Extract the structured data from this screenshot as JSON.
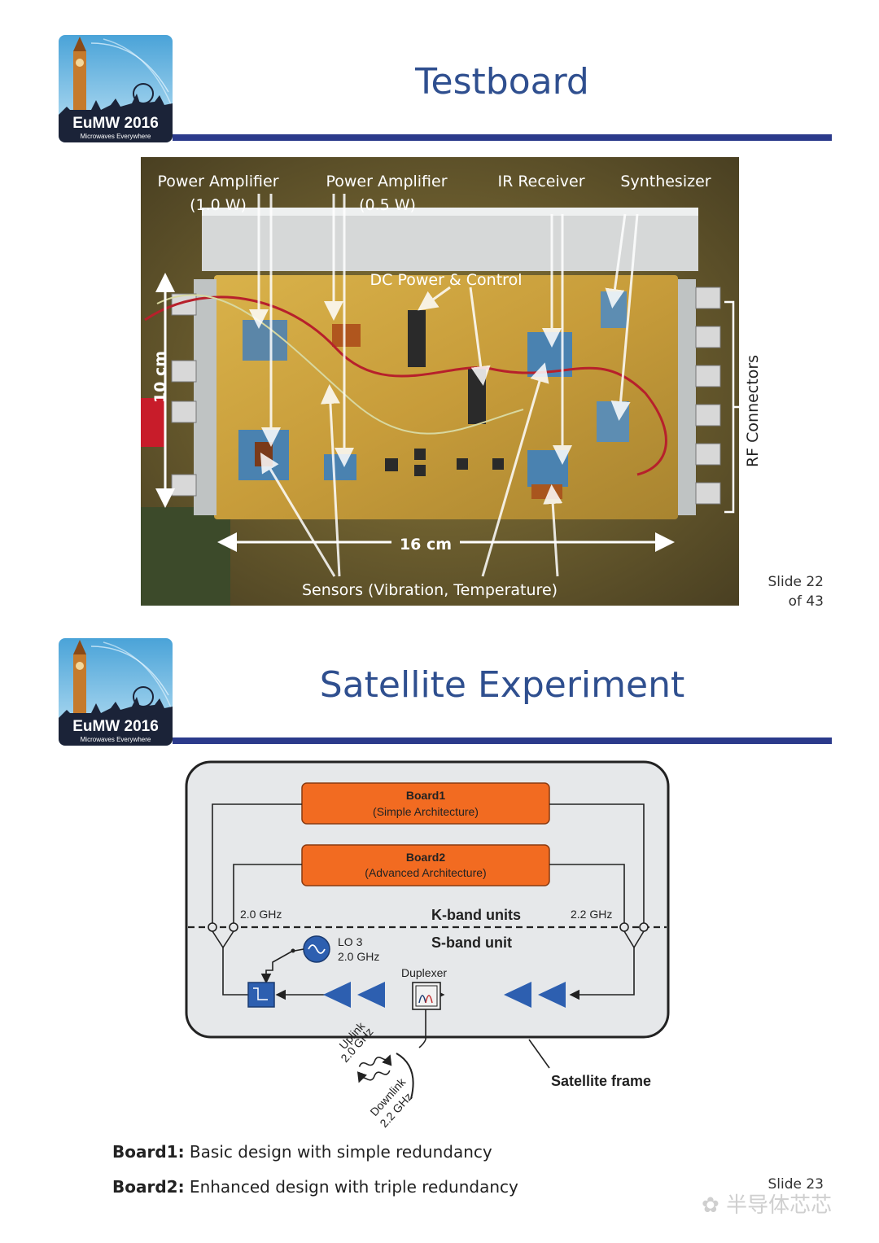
{
  "logo": {
    "year": "EuMW 2016",
    "tagline": "Microwaves Everywhere"
  },
  "slide1": {
    "title": "Testboard",
    "labels": {
      "pa1_line1": "Power Amplifier",
      "pa1_line2": "(1.0 W)",
      "pa2_line1": "Power Amplifier",
      "pa2_line2": "(0.5 W)",
      "ir": "IR Receiver",
      "synth": "Synthesizer",
      "dc": "DC Power & Control",
      "height": "10 cm",
      "width": "16 cm",
      "rf": "RF Connectors",
      "sensors": "Sensors (Vibration, Temperature)"
    },
    "slide_number": "Slide 22",
    "slide_total": "of 43"
  },
  "slide2": {
    "title": "Satellite Experiment",
    "diagram": {
      "board1_title": "Board1",
      "board1_sub": "(Simple Architecture)",
      "board2_title": "Board2",
      "board2_sub": "(Advanced Architecture)",
      "freq_left": "2.0 GHz",
      "freq_right": "2.2 GHz",
      "kband": "K-band units",
      "sband": "S-band unit",
      "lo_name": "LO 3",
      "lo_freq": "2.0 GHz",
      "duplexer": "Duplexer",
      "uplink": "Uplink",
      "uplink_freq": "2.0 GHz",
      "downlink": "Downlink",
      "downlink_freq": "2.2 GHz",
      "frame": "Satellite frame"
    },
    "notes": [
      {
        "label": "Board1:",
        "text": " Basic design with simple redundancy"
      },
      {
        "label": "Board2:",
        "text": " Enhanced design with triple redundancy"
      }
    ],
    "slide_number": "Slide 23"
  },
  "watermark": "半导体芯芯",
  "colors": {
    "title": "#2f4f8f",
    "rule": "#2b3a8b",
    "board": "#f26b21",
    "component": "#2d5fb0"
  }
}
